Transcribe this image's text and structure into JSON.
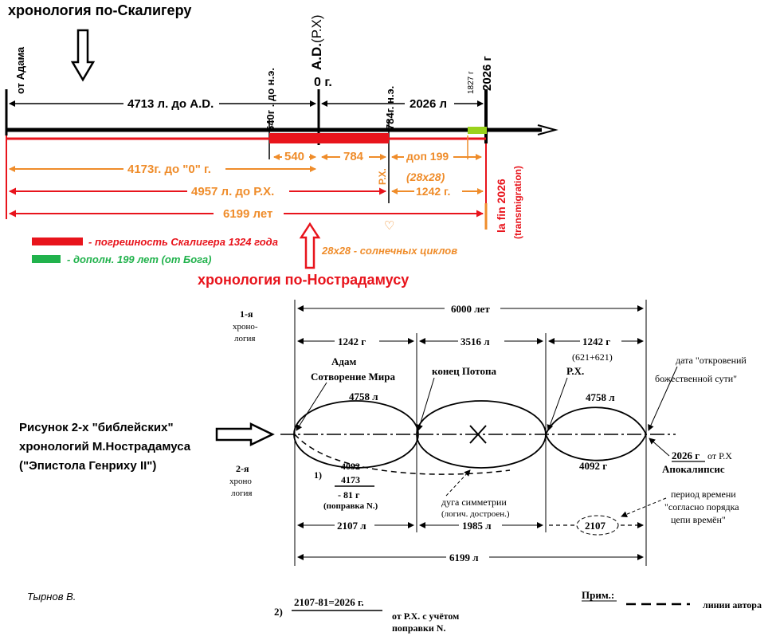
{
  "colors": {
    "red": "#e8141c",
    "orange": "#ef8c2a",
    "green": "#21b24c",
    "lime": "#9ad21c",
    "black": "#000000"
  },
  "top": {
    "title": "хронология по-Скалигеру",
    "from_adam": "от Адама",
    "bc540": "540г . до н.э.",
    "ad_label": "A.D.",
    "ad_rx": "(Р.Х)",
    "zero": "0 г.",
    "ad784": "784г. н.э.",
    "y1827": "1827 г",
    "y2026": "2026 г",
    "span_4713": "4713 л. до A.D.",
    "span_2026": "2026 л",
    "seg_540": "540",
    "seg_784": "784",
    "dop199": "доп 199",
    "rx": "Р.Х.",
    "x28": "(28x28)",
    "y4173": "4173г. до  \"0\" г.",
    "y4957": "4957 л. до Р.Х.",
    "y1242": "1242 г.",
    "y6199": "6199 лет",
    "lafin": "la fin 2026",
    "transmig": "(transmigration)",
    "legend_red": "- погрешность Скалигера  1324 года",
    "legend_green": "- дополн. 199 лет  (от Бога)",
    "solar": "28x28 - солнечных циклов",
    "nostr_title": "хронология по-Нострадамусу"
  },
  "bottom": {
    "first_chron": [
      "1-я",
      "хроно-",
      "логия"
    ],
    "second_chron": [
      "2-я",
      "хроно",
      "логия"
    ],
    "caption": [
      "Рисунок 2-х \"библейских\"",
      "хронологий М.Нострадамуса",
      "(\"Эпистола Генриху II\")"
    ],
    "y6000": "6000 лет",
    "y1242a": "1242 г",
    "y3516": "3516 л",
    "y1242b": "1242 г",
    "y621": "(621+621)",
    "adam": "Адам",
    "creation": "Сотворение Мира",
    "flood": "конец Потопа",
    "rx": "Р.Х.",
    "revelation": [
      "дата  \"откровений",
      "божественной сути\""
    ],
    "l4758a": "4758 л",
    "l4758b": "4758 л",
    "v4092": "4092",
    "v4173": "4173",
    "v81": "- 81 г",
    "correction": "(поправка N.)",
    "num1": "1)",
    "arc": "дуга симметрии",
    "arc2": "(логич. достроен.)",
    "l4092": "4092 г",
    "y2026": "2026 г",
    "from_rx": "от Р.Х",
    "apocalypse": "Апокалипсис",
    "period": [
      "период времени",
      "\"согласно порядка",
      "цепи времён\""
    ],
    "y2107a": "2107 л",
    "y1985": "1985 л",
    "y2107b": "2107",
    "y6199": "6199 л",
    "author": "Тырнов В.",
    "num2": "2)",
    "formula": "2107-81=2026 г.",
    "formula_note": [
      "от Р.Х. с учётом",
      "поправки N."
    ],
    "note": "Прим.:",
    "author_lines": "линии автора"
  }
}
